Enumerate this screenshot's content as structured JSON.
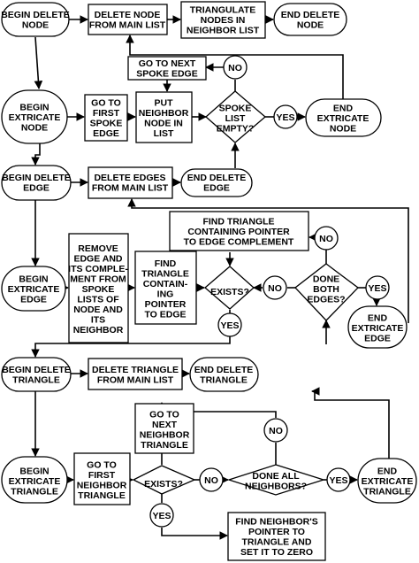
{
  "nodes": {
    "begin_delete_node": [
      "BEGIN DELETE",
      "NODE"
    ],
    "delete_node_from_main": [
      "DELETE NODE",
      "FROM MAIN LIST"
    ],
    "triangulate": [
      "TRIANGULATE",
      "NODES IN",
      "NEIGHBOR LIST"
    ],
    "end_delete_node": [
      "END DELETE",
      "NODE"
    ],
    "go_next_spoke": [
      "GO TO NEXT",
      "SPOKE EDGE"
    ],
    "begin_extricate_node": [
      "BEGIN",
      "EXTRICATE",
      "NODE"
    ],
    "go_first_spoke": [
      "GO TO",
      "FIRST",
      "SPOKE",
      "EDGE"
    ],
    "put_neighbor": [
      "PUT",
      "NEIGHBOR",
      "NODE IN",
      "LIST"
    ],
    "spoke_list_empty": [
      "SPOKE",
      "LIST",
      "EMPTY?"
    ],
    "end_extricate_node": [
      "END",
      "EXTRICATE",
      "NODE"
    ],
    "begin_delete_edge": [
      "BEGIN DELETE",
      "EDGE"
    ],
    "delete_edges_from_main": [
      "DELETE EDGES",
      "FROM MAIN LIST"
    ],
    "end_delete_edge": [
      "END DELETE",
      "EDGE"
    ],
    "find_triangle_complement": [
      "FIND TRIANGLE",
      "CONTAINING POINTER",
      "TO EDGE COMPLEMENT"
    ],
    "remove_edge": [
      "REMOVE",
      "EDGE AND",
      "ITS COMPLE-",
      "MENT FROM",
      "SPOKE",
      "LISTS OF",
      "NODE AND",
      "ITS",
      "NEIGHBOR"
    ],
    "begin_extricate_edge": [
      "BEGIN",
      "EXTRICATE",
      "EDGE"
    ],
    "find_triangle_edge": [
      "FIND",
      "TRIANGLE",
      "CONTAIN-",
      "ING",
      "POINTER",
      "TO EDGE"
    ],
    "exists_edge": [
      "EXISTS?"
    ],
    "done_both_edges": [
      "DONE",
      "BOTH",
      "EDGES?"
    ],
    "end_extricate_edge": [
      "END",
      "EXTRICATE",
      "EDGE"
    ],
    "begin_delete_triangle": [
      "BEGIN DELETE",
      "TRIANGLE"
    ],
    "delete_triangle_from_main": [
      "DELETE TRIANGLE",
      "FROM MAIN LIST"
    ],
    "end_delete_triangle": [
      "END DELETE",
      "TRIANGLE"
    ],
    "go_next_neighbor": [
      "GO TO",
      "NEXT",
      "NEIGHBOR",
      "TRIANGLE"
    ],
    "begin_extricate_triangle": [
      "BEGIN",
      "EXTRICATE",
      "TRIANGLE"
    ],
    "go_first_neighbor": [
      "GO TO",
      "FIRST",
      "NEIGHBOR",
      "TRIANGLE"
    ],
    "exists_triangle": [
      "EXISTS?"
    ],
    "done_all_neighbors": [
      "DONE ALL",
      "NEIGHBORS?"
    ],
    "end_extricate_triangle": [
      "END",
      "EXTRICATE",
      "TRIANGLE"
    ],
    "find_neighbor_pointer": [
      "FIND NEIGHBOR'S",
      "POINTER TO",
      "TRIANGLE AND",
      "SET IT TO ZERO"
    ]
  },
  "connectors": {
    "no_spoke": "NO",
    "yes_spoke": "YES",
    "no_complement": "NO",
    "no_exists_edge": "NO",
    "yes_both_edges": "YES",
    "yes_exists_edge": "YES",
    "no_neighbor": "NO",
    "no_exists_triangle": "NO",
    "yes_all_neighbors": "YES",
    "yes_exists_triangle": "YES"
  }
}
